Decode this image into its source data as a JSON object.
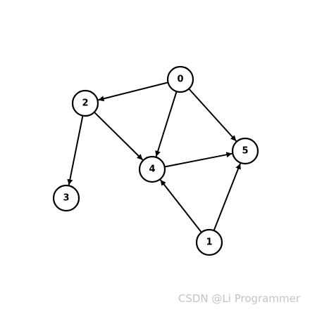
{
  "graph": {
    "nodes": [
      {
        "id": "0",
        "label": "0"
      },
      {
        "id": "1",
        "label": "1"
      },
      {
        "id": "2",
        "label": "2"
      },
      {
        "id": "3",
        "label": "3"
      },
      {
        "id": "4",
        "label": "4"
      },
      {
        "id": "5",
        "label": "5"
      }
    ],
    "edges": [
      {
        "from": "0",
        "to": "2"
      },
      {
        "from": "0",
        "to": "4"
      },
      {
        "from": "0",
        "to": "5"
      },
      {
        "from": "2",
        "to": "3"
      },
      {
        "from": "2",
        "to": "4"
      },
      {
        "from": "4",
        "to": "5"
      },
      {
        "from": "1",
        "to": "4"
      },
      {
        "from": "1",
        "to": "5"
      }
    ],
    "directed": true
  },
  "colors": {
    "stroke": "#000000",
    "node_fill": "#ffffff",
    "watermark": "#c4c4c4"
  },
  "watermark": {
    "text": "CSDN @Li Programmer"
  }
}
